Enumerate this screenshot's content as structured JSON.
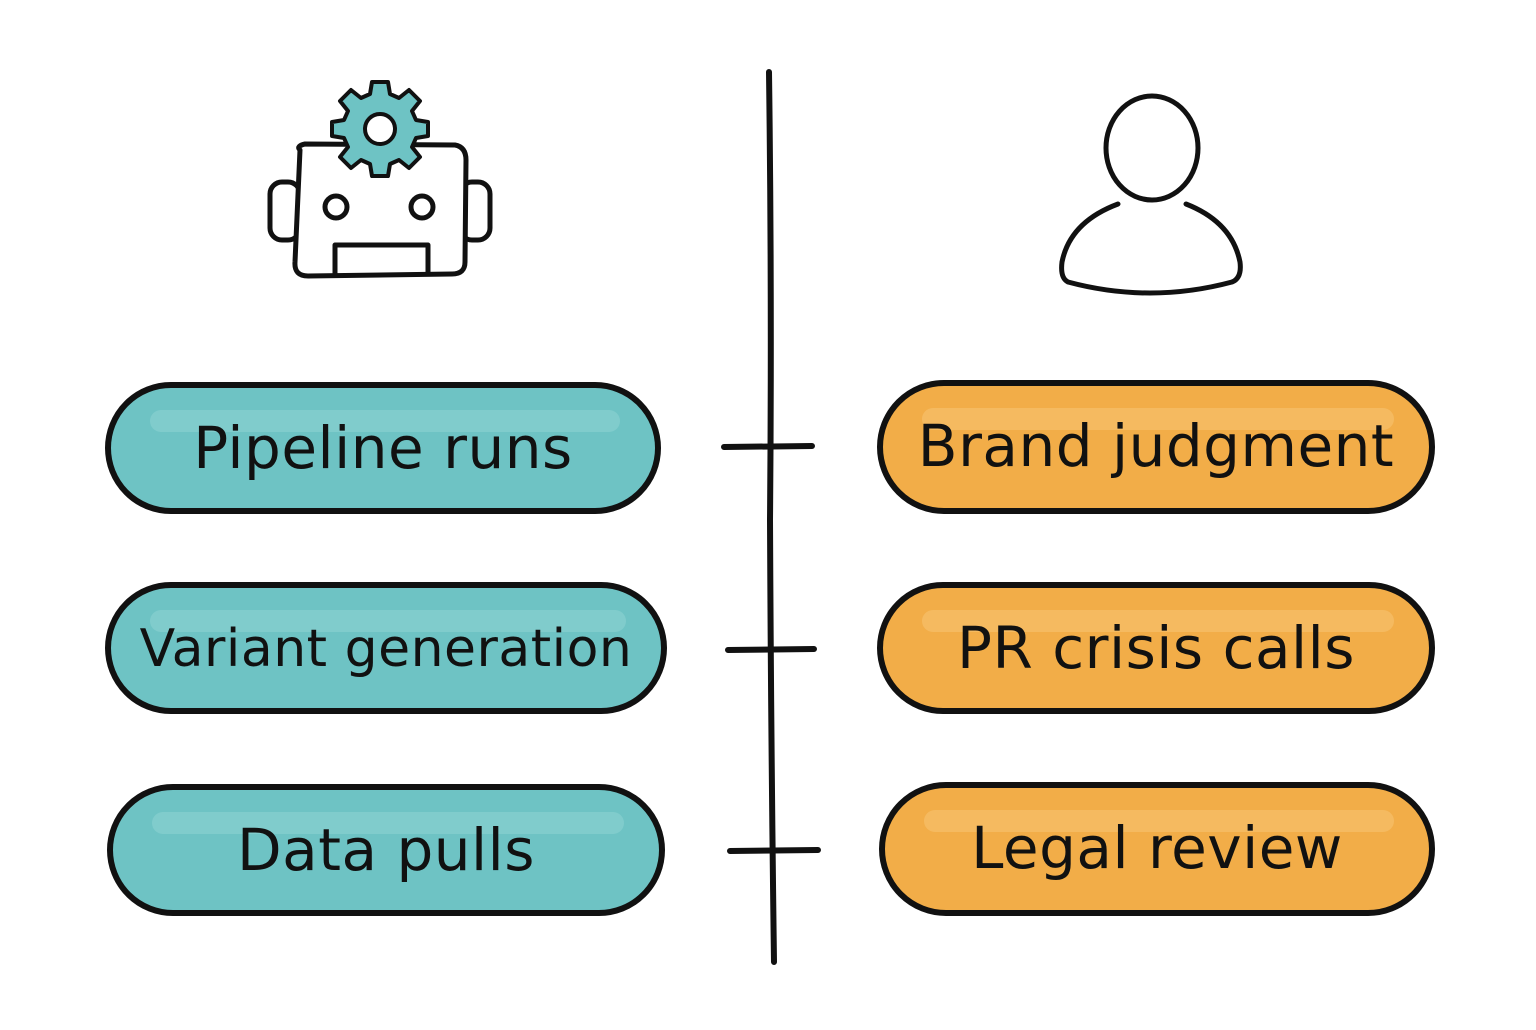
{
  "diagram": {
    "left_column": {
      "icon": "robot-with-gear-icon",
      "color": "#6ec3c4",
      "items": [
        {
          "label": "Pipeline runs"
        },
        {
          "label": "Variant generation"
        },
        {
          "label": "Data pulls"
        }
      ]
    },
    "right_column": {
      "icon": "person-icon",
      "color": "#f2ad48",
      "items": [
        {
          "label": "Brand judgment"
        },
        {
          "label": "PR crisis calls"
        },
        {
          "label": "Legal review"
        }
      ]
    },
    "colors": {
      "outline": "#111111",
      "gear": "#6ec3c4",
      "background": "#ffffff"
    }
  }
}
